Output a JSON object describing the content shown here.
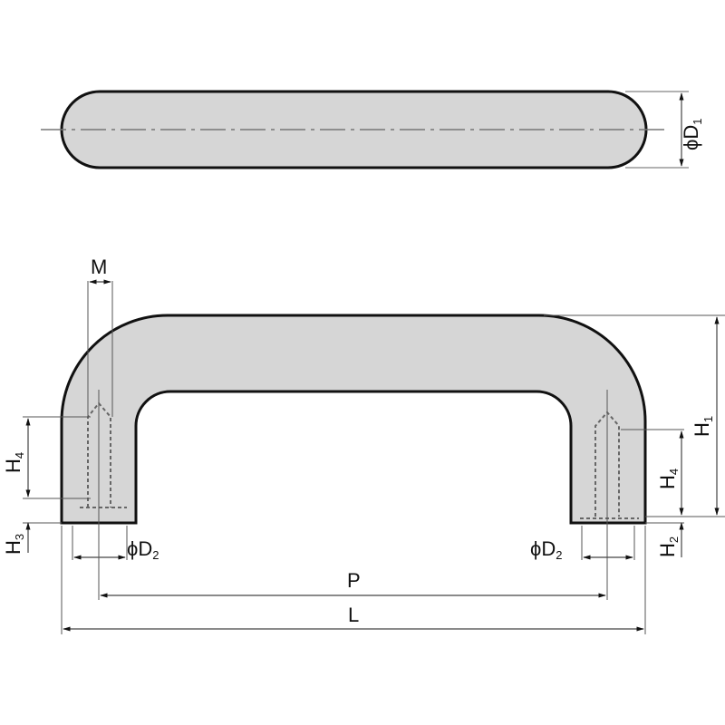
{
  "diagram": {
    "type": "technical-drawing",
    "subject": "U-shaped pull handle, top and front views",
    "colors": {
      "fill": "#d6d6d6",
      "outline": "#111111",
      "dim_line": "#666666"
    },
    "top_view": {
      "dimension": {
        "prefix": "ϕ",
        "name": "D",
        "sub": "1"
      }
    },
    "front_view": {
      "labels": {
        "M": "M",
        "H1": {
          "name": "H",
          "sub": "1"
        },
        "H2": {
          "name": "H",
          "sub": "2"
        },
        "H3": {
          "name": "H",
          "sub": "3"
        },
        "H4_left": {
          "name": "H",
          "sub": "4"
        },
        "H4_right": {
          "name": "H",
          "sub": "4"
        },
        "D2_left": {
          "prefix": "ϕ",
          "name": "D",
          "sub": "2"
        },
        "D2_right": {
          "prefix": "ϕ",
          "name": "D",
          "sub": "2"
        },
        "P": "P",
        "L": "L"
      }
    }
  }
}
